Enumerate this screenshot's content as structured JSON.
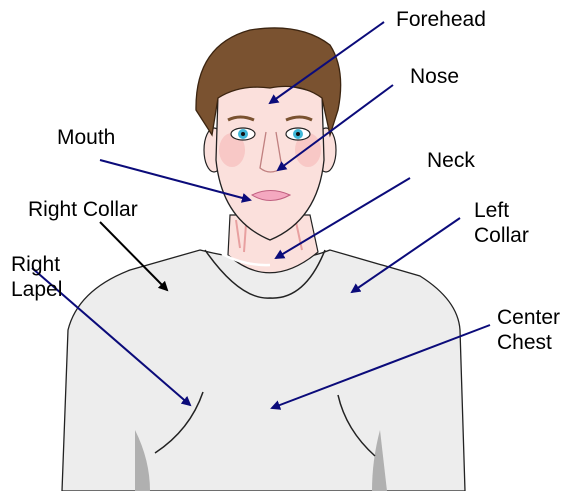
{
  "labels": {
    "forehead": "Forehead",
    "nose": "Nose",
    "mouth": "Mouth",
    "neck": "Neck",
    "right_collar": "Right Collar",
    "left_collar": "Left\nCollar",
    "right_lapel": "Right\nLapel",
    "center_chest": "Center\nChest"
  },
  "colors": {
    "pointer_line": "#0b0b7a",
    "right_collar_line": "#000000",
    "hair": "#7a5230",
    "skin": "#fbe0dc",
    "shirt": "#ededed",
    "outline": "#222222",
    "iris": "#40b8d8",
    "lips": "#f4a8c0"
  }
}
